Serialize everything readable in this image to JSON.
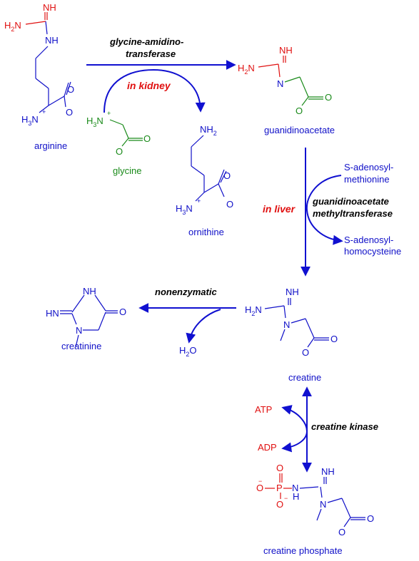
{
  "molecules": {
    "arginine": "arginine",
    "glycine": "glycine",
    "ornithine": "ornithine",
    "guanidinoacetate": "guanidinoacetate",
    "creatine": "creatine",
    "creatinine": "creatinine",
    "creatine_phosphate": "creatine phosphate"
  },
  "enzymes": {
    "step1_line1": "glycine-amidino-",
    "step1_line2": "transferase",
    "step2_line1": "guanidinoacetate",
    "step2_line2": "methyltransferase",
    "step3": "nonenzymatic",
    "step4": "creatine kinase"
  },
  "locations": {
    "kidney": "in kidney",
    "liver": "in liver"
  },
  "cofactors": {
    "sam_line1": "S-adenosyl-",
    "sam_line2": "methionine",
    "sah_line1": "S-adenosyl-",
    "sah_line2": "homocysteine",
    "water": "H",
    "water_sub": "2",
    "water_end": "O",
    "atp": "ATP",
    "adp": "ADP"
  },
  "atoms": {
    "nh": "NH",
    "h2n": "H",
    "h2n_sub": "2",
    "h2n_end": "N",
    "n": "N",
    "o": "O",
    "o_minus": "O",
    "p": "P",
    "h": "H",
    "h3n": "H",
    "h3n_sub": "3",
    "h3n_end": "N",
    "plus": "+",
    "minus": "−",
    "nh2": "NH",
    "nh2_sub": "2",
    "hn": "HN"
  },
  "colors": {
    "bond_blue": "#1010c8",
    "bond_red": "#e01010",
    "bond_green": "#1a8a1a",
    "arrow": "#1010d0"
  }
}
